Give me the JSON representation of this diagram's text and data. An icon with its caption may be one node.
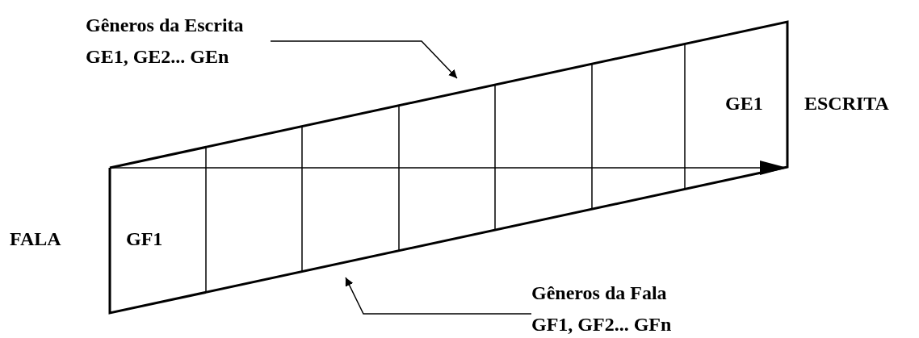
{
  "diagram": {
    "nodes": [
      {
        "text": [],
        "shape": "trapezoid"
      },
      {
        "text": [
          "Gêneros da Escrita",
          "GE1, GE2... GEn"
        ]
      },
      {
        "text": [
          "Gêneros da Fala",
          "GF1, GF2... GFn"
        ]
      }
    ],
    "edges": [
      {
        "from": 1,
        "to": 0,
        "arrow": "to"
      },
      {
        "from": 2,
        "to": 0,
        "arrow": "to"
      }
    ],
    "labels": [
      "GE1",
      "ESCRITA",
      "FALA",
      "GF1"
    ]
  }
}
